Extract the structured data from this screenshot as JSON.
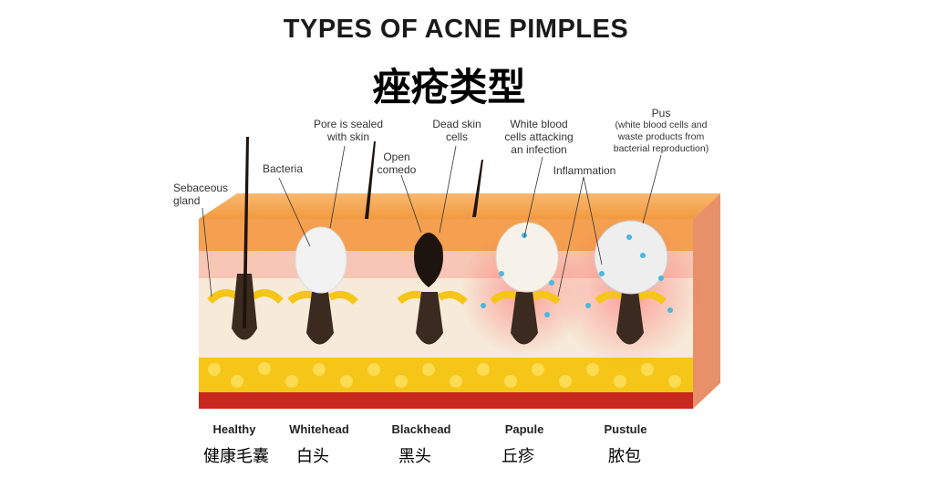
{
  "title": "TYPES OF ACNE PIMPLES",
  "title_zh": "痤疮类型",
  "annotations": {
    "sebaceous_gland": "Sebaceous gland",
    "bacteria": "Bacteria",
    "pore_sealed": "Pore is sealed with skin",
    "open_comedo": "Open comedo",
    "dead_skin": "Dead skin cells",
    "white_blood": "White blood cells attacking an infection",
    "inflammation": "Inflammation",
    "pus": "Pus",
    "pus_detail": "(white blood cells and waste products from bacterial reproduction)"
  },
  "types": [
    {
      "en": "Healthy",
      "zh": "健康毛囊"
    },
    {
      "en": "Whitehead",
      "zh": "白头"
    },
    {
      "en": "Blackhead",
      "zh": "黑头"
    },
    {
      "en": "Papule",
      "zh": "丘疹"
    },
    {
      "en": "Pustule",
      "zh": "脓包"
    }
  ],
  "colors": {
    "epidermis": "#f5a04a",
    "dermis": "#f6e8d4",
    "fat": "#f5c518",
    "muscle": "#c8281e"
  }
}
